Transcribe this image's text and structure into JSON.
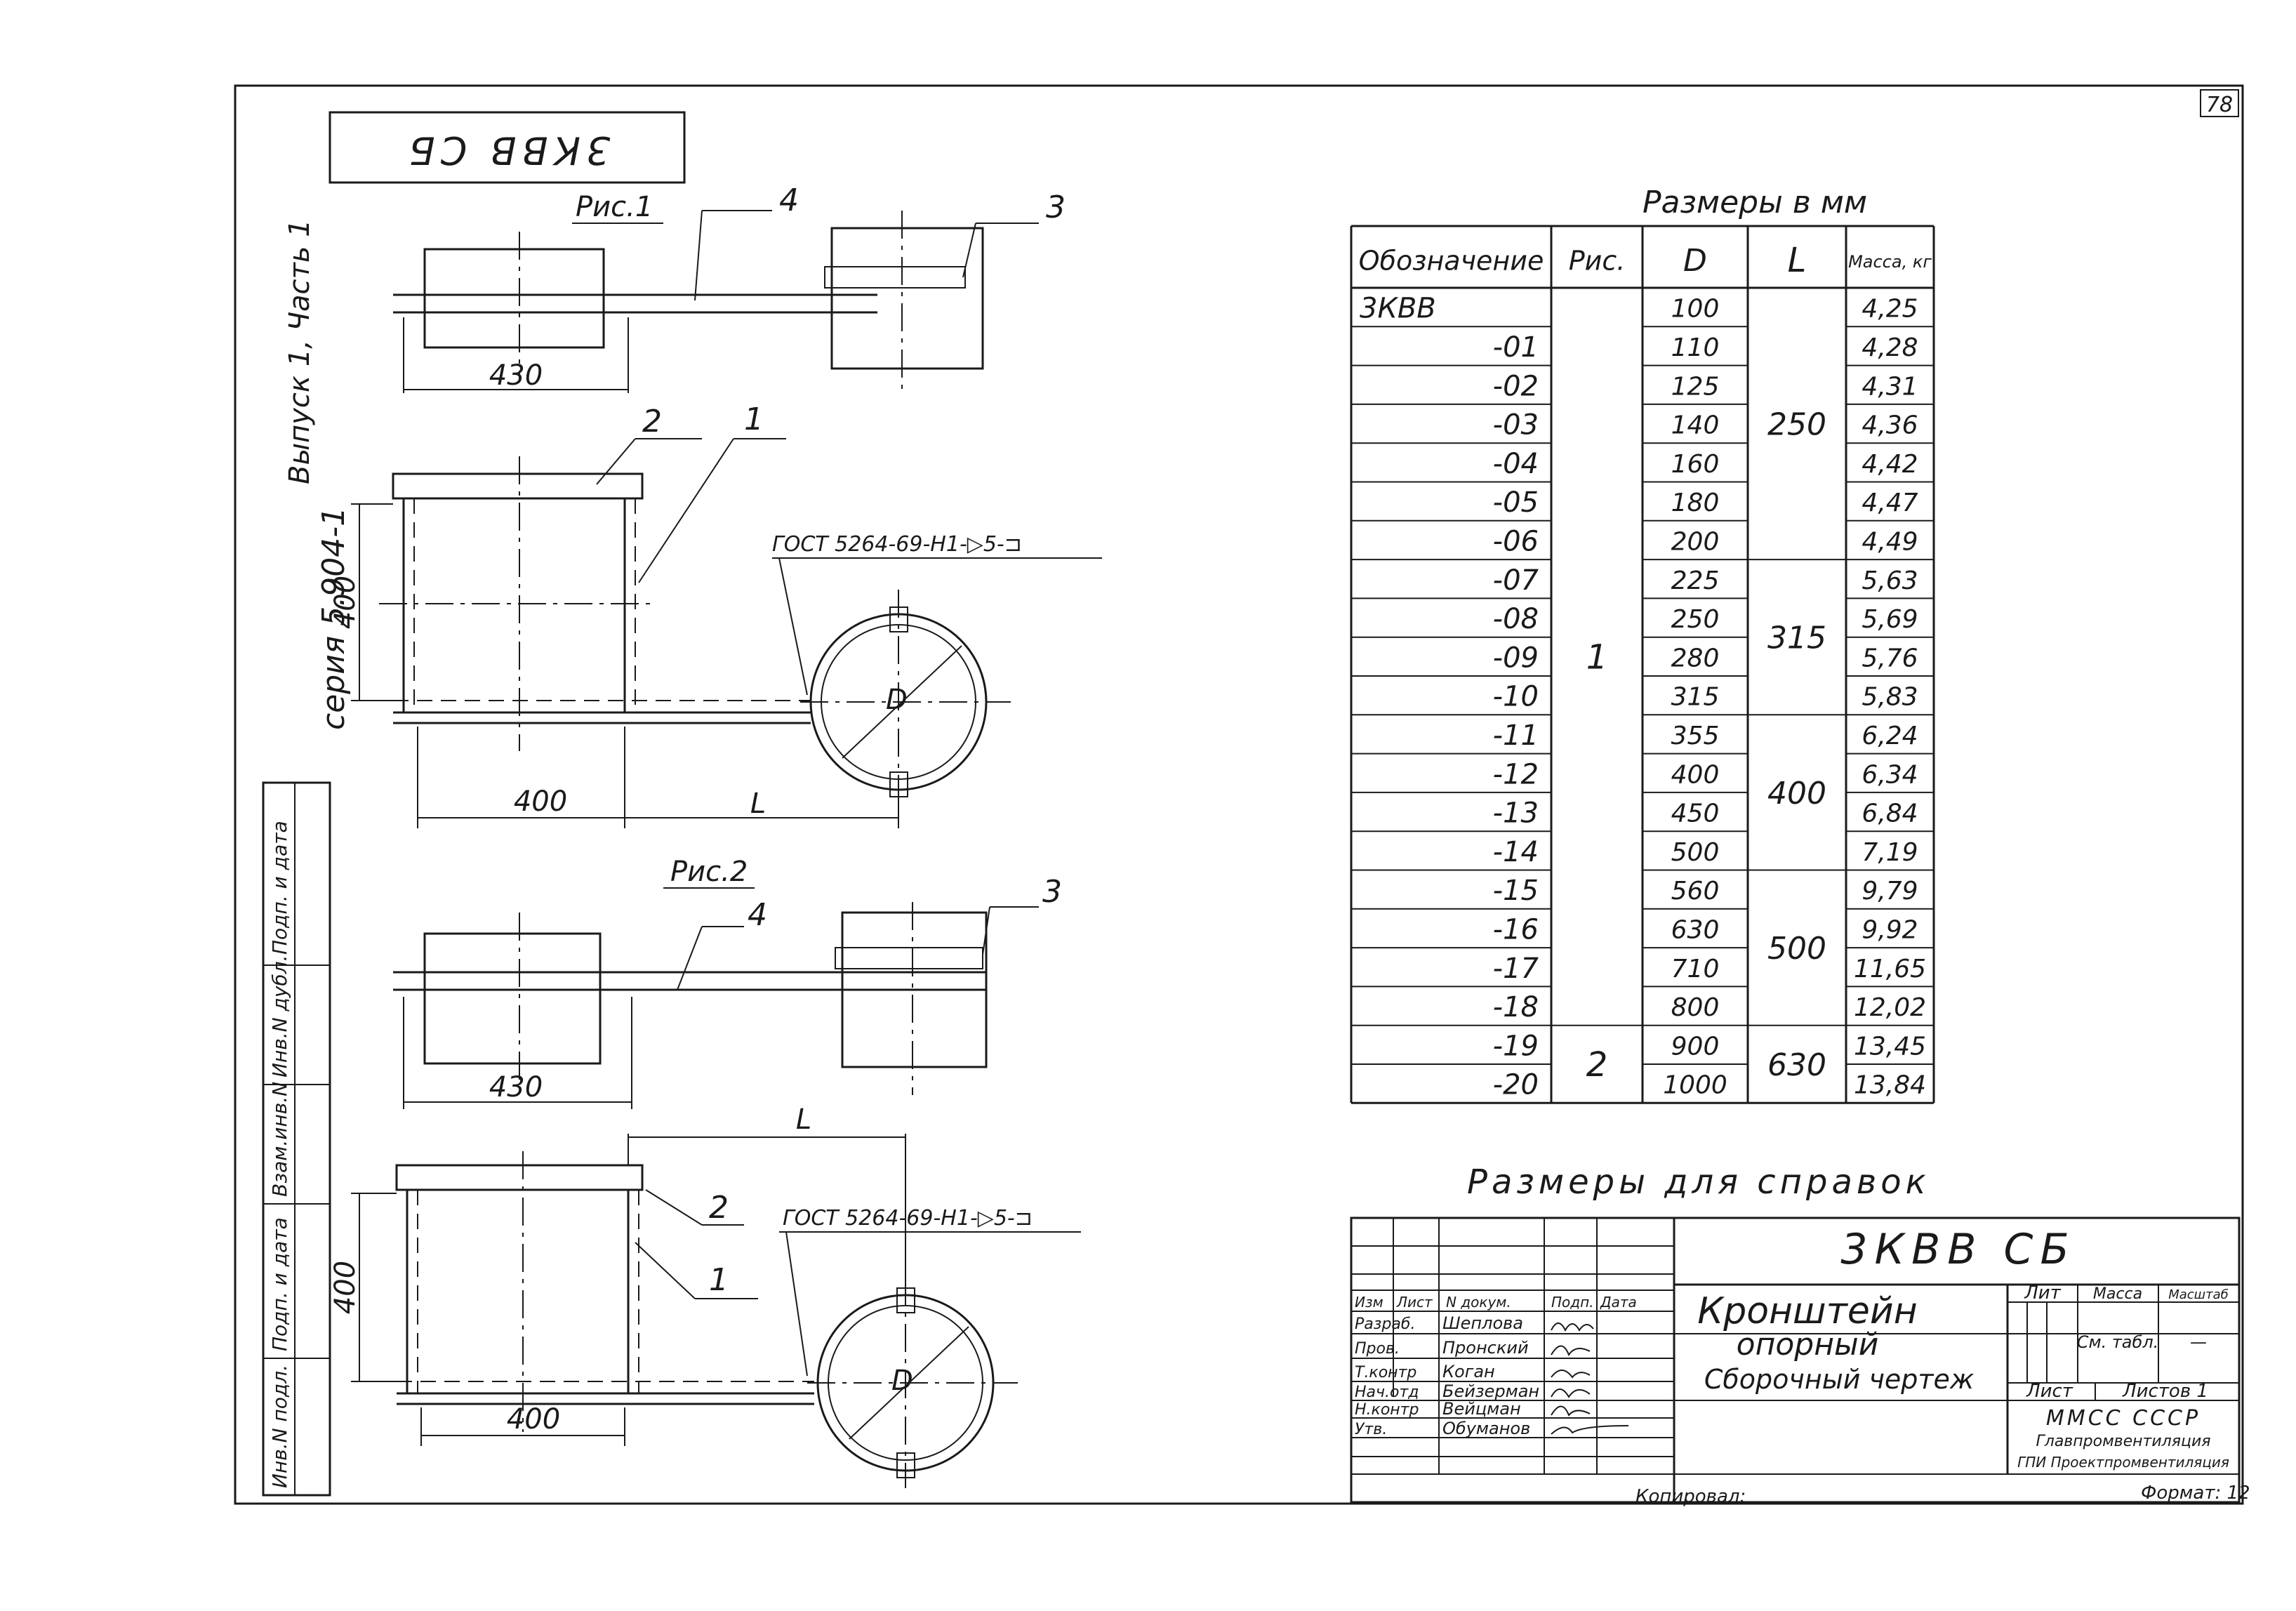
{
  "page_number": "78",
  "stamp_code": "3КВВ СБ",
  "series_text": "серия 5.904-1",
  "issue_text": "Выпуск 1, Часть 1",
  "fig1": {
    "label": "Рис.1",
    "callouts": [
      "4",
      "3",
      "2",
      "1"
    ],
    "dim_430": "430",
    "dim_400_h": "400",
    "dim_400_v": "400",
    "dim_L": "L",
    "dim_D": "D",
    "weld": "ГОСТ 5264-69-Н1-▷5-⊐"
  },
  "fig2": {
    "label": "Рис.2",
    "callouts": [
      "4",
      "3",
      "2",
      "1"
    ],
    "dim_430": "430",
    "dim_400_h": "400",
    "dim_400_v": "400",
    "dim_L": "L",
    "dim_D": "D",
    "weld": "ГОСТ 5264-69-Н1-▷5-⊐"
  },
  "side_labels": [
    "Подп. и дата",
    "Инв.N дубл.",
    "Взам.инв.N",
    "Подп. и дата",
    "Инв.N подл."
  ],
  "sizes_table": {
    "title": "Размеры в мм",
    "headers": [
      "Обозначение",
      "Рис.",
      "D",
      "L",
      "Масса, кг"
    ],
    "designations": [
      "3КВВ",
      "-01",
      "-02",
      "-03",
      "-04",
      "-05",
      "-06",
      "-07",
      "-08",
      "-09",
      "-10",
      "-11",
      "-12",
      "-13",
      "-14",
      "-15",
      "-16",
      "-17",
      "-18",
      "-19",
      "-20"
    ],
    "D": [
      "100",
      "110",
      "125",
      "140",
      "160",
      "180",
      "200",
      "225",
      "250",
      "280",
      "315",
      "355",
      "400",
      "450",
      "500",
      "560",
      "630",
      "710",
      "800",
      "900",
      "1000"
    ],
    "mass": [
      "4,25",
      "4,28",
      "4,31",
      "4,36",
      "4,42",
      "4,47",
      "4,49",
      "5,63",
      "5,69",
      "5,76",
      "5,83",
      "6,24",
      "6,34",
      "6,84",
      "7,19",
      "9,79",
      "9,92",
      "11,65",
      "12,02",
      "13,45",
      "13,84"
    ],
    "fig_groups": [
      {
        "label": "1",
        "start": 0,
        "end": 18
      },
      {
        "label": "2",
        "start": 19,
        "end": 20
      }
    ],
    "L_groups": [
      {
        "label": "250",
        "start": 0,
        "end": 6
      },
      {
        "label": "315",
        "start": 7,
        "end": 10
      },
      {
        "label": "400",
        "start": 11,
        "end": 14
      },
      {
        "label": "500",
        "start": 15,
        "end": 18
      },
      {
        "label": "630",
        "start": 19,
        "end": 20
      }
    ]
  },
  "reference_note": "Размеры для справок",
  "title_block": {
    "doc_code": "3КВВ СБ",
    "name_line1": "Кронштейн",
    "name_line2": "опорный",
    "name_line3": "Сборочный чертеж",
    "header_labels": [
      "Изм",
      "Лист",
      "N докум.",
      "Подп.",
      "Дата"
    ],
    "roles": [
      "Разраб.",
      "Пров.",
      "Т.контр",
      "Нач.отд",
      "Н.контр",
      "Утв."
    ],
    "names": [
      "Шеплова",
      "Пронский",
      "Коган",
      "Бейзерман",
      "Вейцман",
      "Обуманов"
    ],
    "lit_label": "Лит",
    "mass_label": "Масса",
    "scale_label": "Масштаб",
    "mass_value": "См. табл.",
    "scale_value": "—",
    "sheet_label": "Лист",
    "sheets_label": "Листов 1",
    "org_line1": "ММСС СССР",
    "org_line2": "Главпромвентиляция",
    "org_line3": "ГПИ Проектпромвентиляция",
    "copied_label": "Копировал:",
    "format_label": "Формат: 12"
  }
}
